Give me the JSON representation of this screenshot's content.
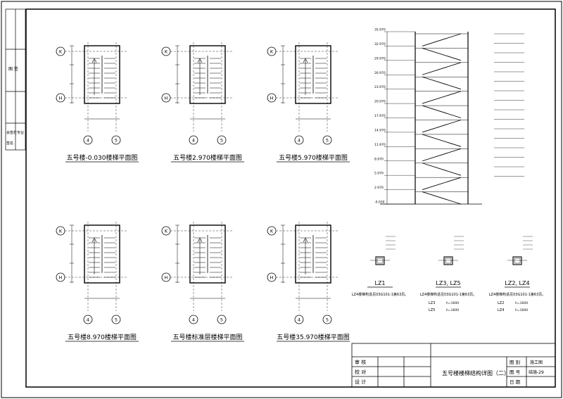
{
  "titles": [
    "五号楼-0.030楼梯平面图",
    "五号楼2.970楼梯平面图",
    "五号楼5.970楼梯平面图",
    "五号楼8.970楼梯平面图",
    "五号楼标准层楼梯平面图",
    "五号楼35.970楼梯平面图"
  ],
  "axis_letters": [
    "H",
    "K"
  ],
  "axis_numbers": [
    "4",
    "5"
  ],
  "section_elevations": [
    "35.970",
    "32.970",
    "29.970",
    "26.970",
    "23.970",
    "20.970",
    "17.970",
    "14.970",
    "11.970",
    "8.970",
    "5.970",
    "2.970",
    "-0.030"
  ],
  "beam_sections": [
    {
      "label": "LZ1",
      "note": "LZ4楼梯构造见03G101-1第63页。"
    },
    {
      "label": "LZ3, LZ5",
      "note": "LZ4楼梯构造见03G101-1第63页。"
    },
    {
      "label": "LZ2, LZ4",
      "note": "LZ4楼梯构造见03G101-1第63页。"
    }
  ],
  "beam_tables": [
    {
      "rows": [
        "LZ3",
        "LZ5"
      ],
      "values": [
        "h=1600",
        "h=1600"
      ]
    },
    {
      "rows": [
        "LZ2",
        "LZ4"
      ],
      "values": [
        "h=1600",
        "h=1600"
      ]
    }
  ],
  "title_block": {
    "roles": [
      "审 核",
      "校 对",
      "设 计"
    ],
    "drawing_title": "五号楼楼梯结构详图（二）",
    "labels": [
      "图 别",
      "图 号",
      "日 期"
    ],
    "values": [
      "施工图",
      "结施-29",
      ""
    ]
  },
  "side_strip": [
    "图 签",
    "会签栏",
    "专业",
    "签名"
  ]
}
